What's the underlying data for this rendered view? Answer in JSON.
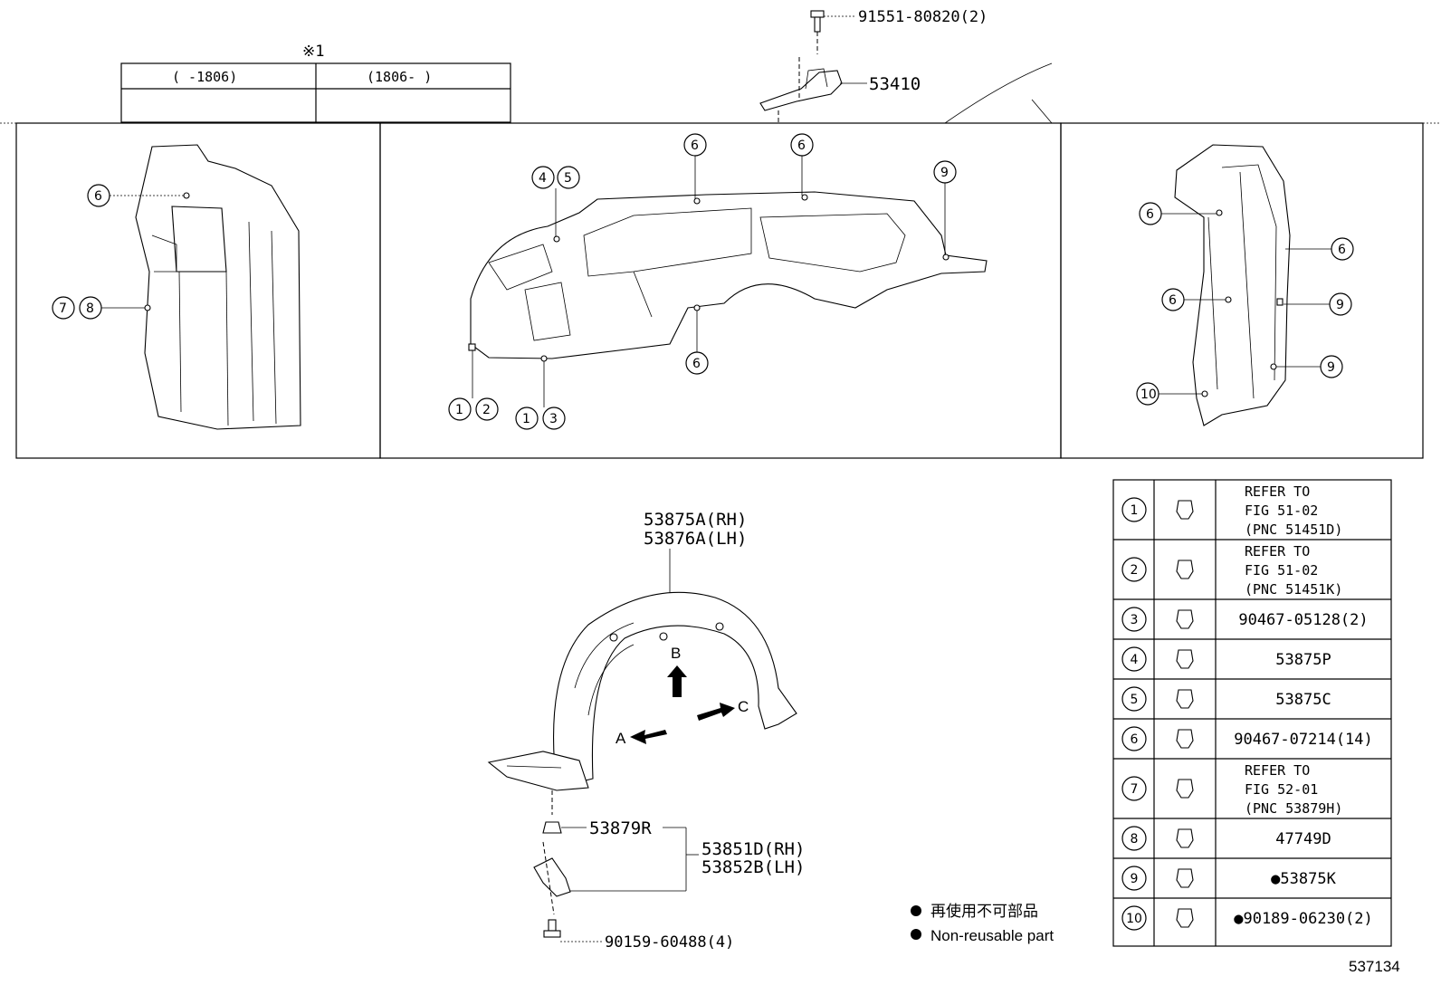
{
  "header": {
    "note_mark": "※1",
    "range_before": "(    -1806)",
    "range_after": "(1806-     )"
  },
  "top_parts": {
    "bolt_part": "91551-80820(2)",
    "bracket_part": "53410"
  },
  "liner_parts": {
    "rh": "53875A(RH)",
    "lh": "53876A(LH)",
    "arrow_a": "A",
    "arrow_b": "B",
    "arrow_c": "C"
  },
  "lower_parts": {
    "nut_part": "53879R",
    "bracket_rh": "53851D(RH)",
    "bracket_lh": "53852B(LH)",
    "screw_part": "90159-60488(4)"
  },
  "legend_notes": {
    "jp": "再使用不可部品",
    "en": "Non-reusable part"
  },
  "fastener_table": [
    {
      "num": "1",
      "lines": [
        "REFER TO",
        "FIG 51-02",
        "(PNC 51451D)"
      ]
    },
    {
      "num": "2",
      "lines": [
        "REFER TO",
        "FIG 51-02",
        "(PNC 51451K)"
      ]
    },
    {
      "num": "3",
      "lines": [
        "90467-05128(2)"
      ]
    },
    {
      "num": "4",
      "lines": [
        "53875P"
      ]
    },
    {
      "num": "5",
      "lines": [
        "53875C"
      ]
    },
    {
      "num": "6",
      "lines": [
        "90467-07214(14)"
      ]
    },
    {
      "num": "7",
      "lines": [
        "REFER TO",
        "FIG 52-01",
        "(PNC 53879H)"
      ]
    },
    {
      "num": "8",
      "lines": [
        "47749D"
      ]
    },
    {
      "num": "9",
      "lines": [
        "●53875K"
      ]
    },
    {
      "num": "10",
      "lines": [
        "●90189-06230(2)"
      ]
    }
  ],
  "callouts": {
    "c1": "1",
    "c2": "2",
    "c3": "3",
    "c4": "4",
    "c5": "5",
    "c6": "6",
    "c7": "7",
    "c8": "8",
    "c9": "9",
    "c10": "10"
  },
  "figure_id": "537134"
}
